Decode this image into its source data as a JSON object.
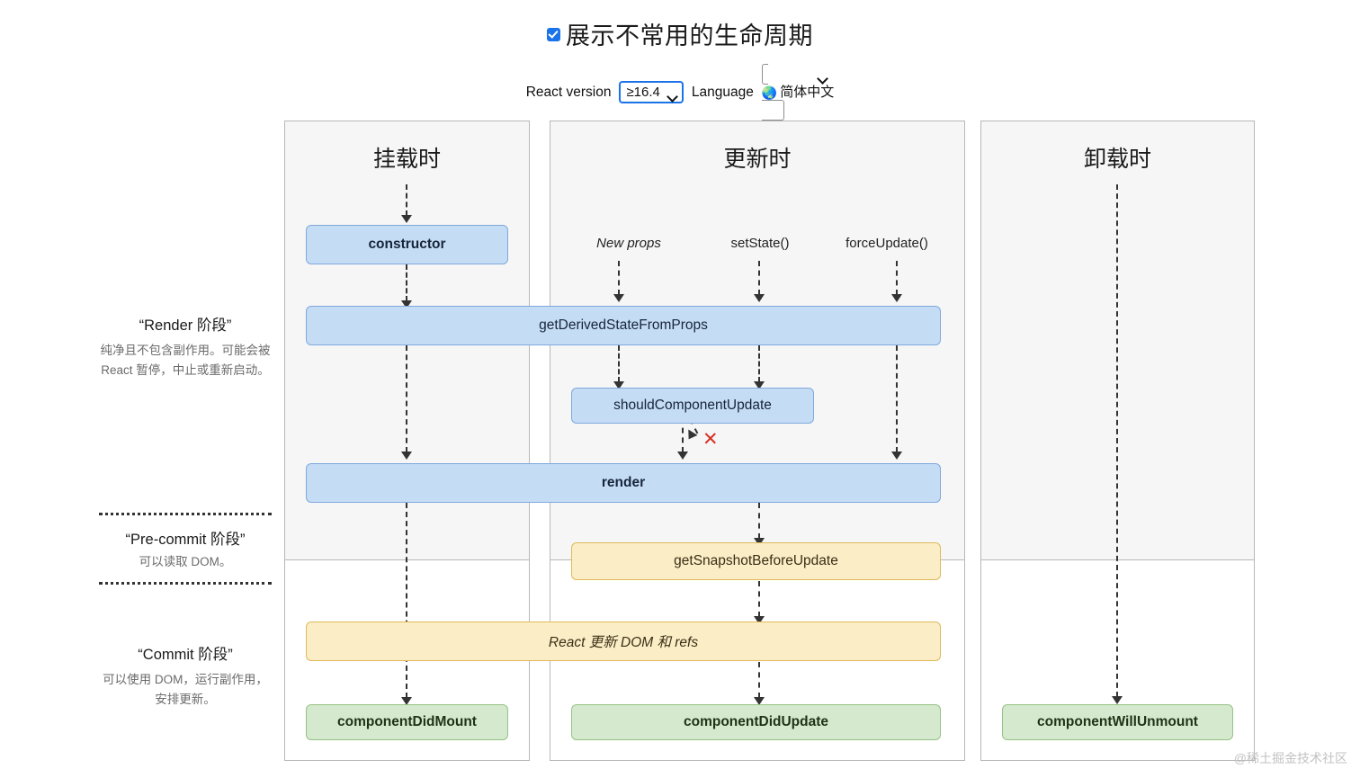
{
  "header": {
    "checkbox_checked": true,
    "title": "展示不常用的生命周期",
    "react_version_label": "React version",
    "react_version_value": "≥16.4",
    "language_label": "Language",
    "language_value": "简体中文",
    "globe_icon": "🌏"
  },
  "legend": [
    {
      "id": "render",
      "title": "“Render 阶段”",
      "body": "纯净且不包含副作用。可能会被 React 暂停，中止或重新启动。"
    },
    {
      "id": "pre-commit",
      "title": "“Pre-commit 阶段”",
      "body": "可以读取 DOM。"
    },
    {
      "id": "commit",
      "title": "“Commit 阶段”",
      "body": "可以使用 DOM，运行副作用，安排更新。"
    }
  ],
  "columns": {
    "mount": "挂载时",
    "update": "更新时",
    "unmount": "卸载时"
  },
  "triggers": [
    {
      "label": "New props",
      "italic": true
    },
    {
      "label": "setState()",
      "italic": false
    },
    {
      "label": "forceUpdate()",
      "italic": false
    }
  ],
  "boxes": {
    "constructor": "constructor",
    "get_derived_state": "getDerivedStateFromProps",
    "should_component_update": "shouldComponentUpdate",
    "render": "render",
    "get_snapshot": "getSnapshotBeforeUpdate",
    "react_updates_dom": "React 更新 DOM 和 refs",
    "component_did_mount": "componentDidMount",
    "component_did_update": "componentDidUpdate",
    "component_will_unmount": "componentWillUnmount"
  },
  "marks": {
    "skip_render_x": "✕"
  },
  "watermark": "@稀土掘金技术社区",
  "colors": {
    "blue_fill": "#c5dcf5",
    "blue_border": "#7fa9dd",
    "amber_fill": "#fbedc5",
    "amber_border": "#e0b95b",
    "green_fill": "#d4e9cd",
    "green_border": "#97c285",
    "x_red": "#d93025",
    "panel_band": "#f6f6f6",
    "accent_focus": "#1a73e8"
  }
}
